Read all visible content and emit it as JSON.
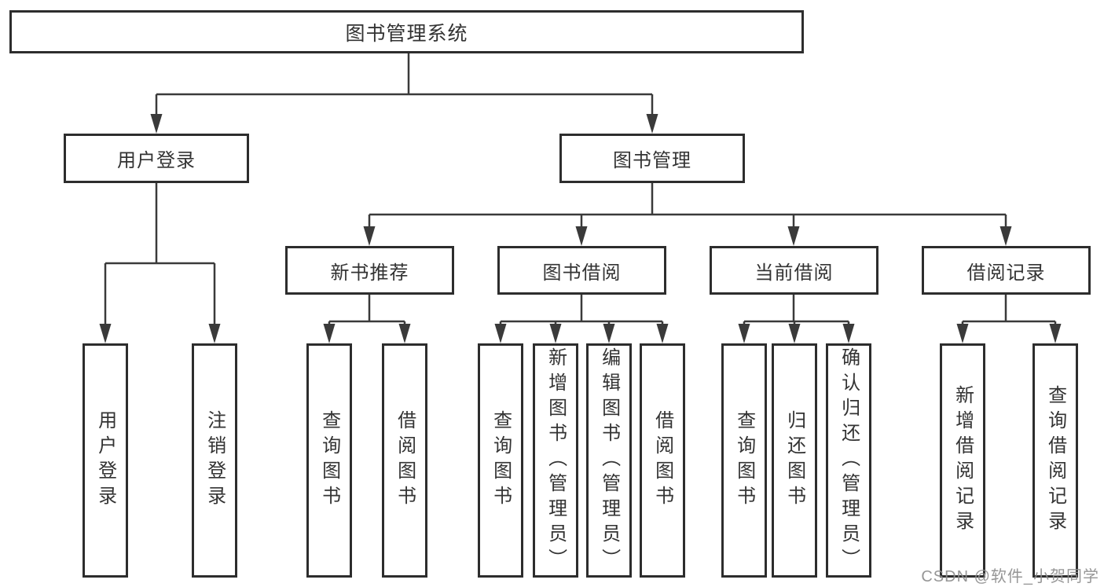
{
  "diagram": {
    "root": "图书管理系统",
    "branches": [
      {
        "label": "用户登录",
        "leaves": [
          "用户登录",
          "注销登录"
        ]
      },
      {
        "label": "图书管理",
        "children": [
          {
            "label": "新书推荐",
            "leaves": [
              "查询图书",
              "借阅图书"
            ]
          },
          {
            "label": "图书借阅",
            "leaves": [
              "查询图书",
              "新增图书（管理员）",
              "编辑图书（管理员）",
              "借阅图书"
            ]
          },
          {
            "label": "当前借阅",
            "leaves": [
              "查询图书",
              "归还图书",
              "确认归还（管理员）"
            ]
          },
          {
            "label": "借阅记录",
            "leaves": [
              "新增借阅记录",
              "查询借阅记录"
            ]
          }
        ]
      }
    ],
    "watermark": "CSDN @软件_小贺同学",
    "colors": {
      "line": "#3a3a3a",
      "border": "#2d2d2d",
      "text": "#333333",
      "background": "#ffffff",
      "watermark": "#8e8e8e"
    }
  }
}
